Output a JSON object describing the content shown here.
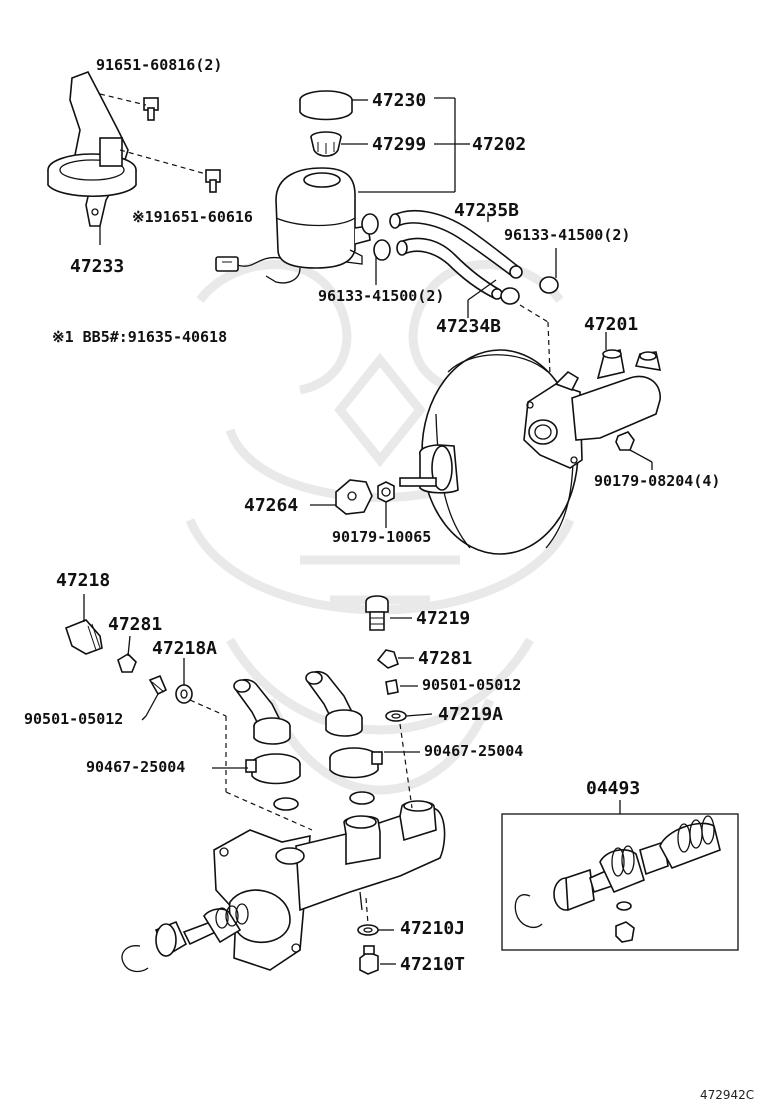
{
  "parts": {
    "bolt_top": "91651-60816(2)",
    "cap": "47230",
    "strainer": "47299",
    "reservoir": "47202",
    "hose_b": "47235B",
    "clamp_r": "96133-41500(2)",
    "bolt_note": "※191651-60616",
    "bracket": "47233",
    "clamp_l": "96133-41500(2)",
    "hose_234b": "47234B",
    "note_bb5": "※1 BB5#:91635-40618",
    "master_cyl": "47201",
    "nut4": "90179-08204(4)",
    "clevis": "47264",
    "nut_clevis": "90179-10065",
    "plug": "47218",
    "cap_281_l": "47281",
    "gasket_218a": "47218A",
    "screw_l": "90501-05012",
    "clamp_bl": "90467-25004",
    "plug_219": "47219",
    "cap_281_r": "47281",
    "screw_r": "90501-05012",
    "gasket_219a": "47219A",
    "clamp_br": "90467-25004",
    "kit": "04493",
    "gasket_210j": "47210J",
    "bolt_210t": "47210T"
  },
  "figure_ref": "472942C"
}
